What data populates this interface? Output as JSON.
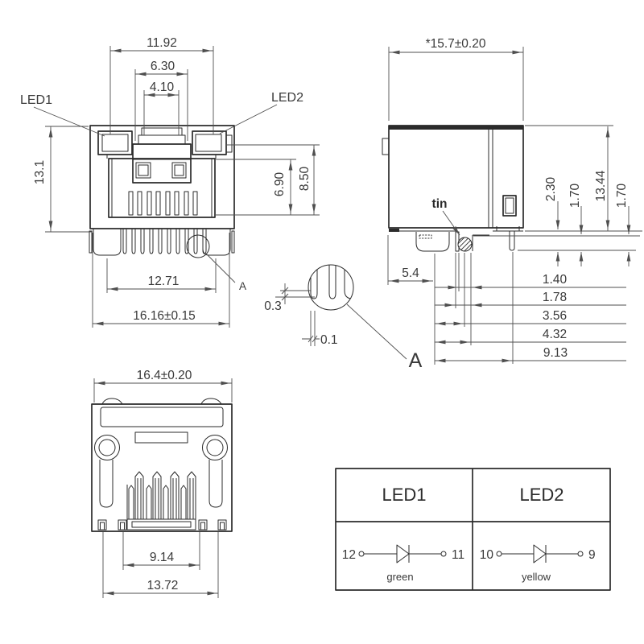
{
  "drawing": {
    "type": "technical-drawing",
    "subject": "RJ45 modular jack with LEDs",
    "colors": {
      "line": "#2b2b2b",
      "dim_line": "#4f4f4f",
      "text": "#3a3a3a",
      "background": "#ffffff"
    }
  },
  "front_view": {
    "dim_width_top": "11.92",
    "dim_width_mid": "6.30",
    "dim_width_latch": "4.10",
    "dim_height_left": "13.1",
    "dim_height_inner": "6.90",
    "dim_height_outer": "8.50",
    "dim_width_feet": "12.71",
    "dim_width_overall": "16.16±0.15",
    "label_led1": "LED1",
    "label_led2": "LED2",
    "detail_ref": "A"
  },
  "side_view": {
    "dim_depth": "*15.7±0.20",
    "dim_offset": "5.4",
    "label_tin": "tin",
    "dim_v": [
      "2.30",
      "1.70",
      "13.44",
      "1.70"
    ],
    "dim_rows": [
      "1.40",
      "1.78",
      "3.56",
      "4.32",
      "9.13"
    ]
  },
  "detail_a": {
    "dim_thickness": "0.3",
    "dim_coplanarity": "0.1",
    "label": "A"
  },
  "bottom_view": {
    "dim_width_overall": "16.4±0.20",
    "dim_pin_span": "9.14",
    "dim_post_span": "13.72"
  },
  "led_table": {
    "columns": [
      {
        "header": "LED1",
        "pin_left": "12",
        "pin_right": "11",
        "color": "green"
      },
      {
        "header": "LED2",
        "pin_left": "10",
        "pin_right": "9",
        "color": "yellow"
      }
    ]
  }
}
